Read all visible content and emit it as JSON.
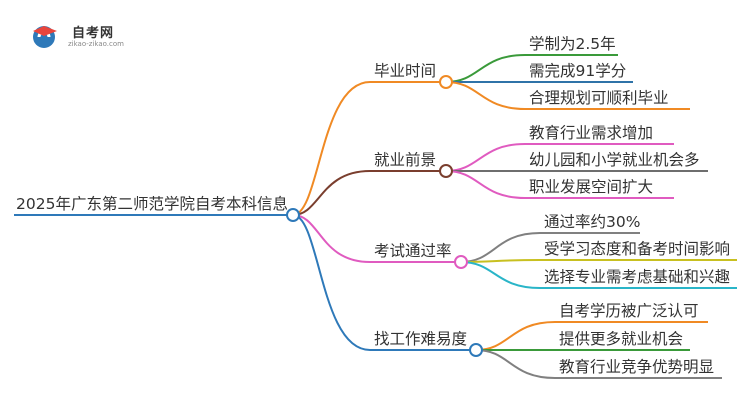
{
  "logo": {
    "title": "自考网",
    "subtitle": "zikao-zikao.com",
    "icon": "graduation-cap-icon"
  },
  "root": {
    "label": "2025年广东第二师范学院自考本科信息",
    "color": "#2e79b9"
  },
  "branches": [
    {
      "label": "毕业时间",
      "color": "#f08a24",
      "leaves": [
        {
          "label": "学制为2.5年",
          "color": "#3a9a3a"
        },
        {
          "label": "需完成91学分",
          "color": "#2f73a8"
        },
        {
          "label": "合理规划可顺利毕业",
          "color": "#f08a24"
        }
      ]
    },
    {
      "label": "就业前景",
      "color": "#7a3e2e",
      "leaves": [
        {
          "label": "教育行业需求增加",
          "color": "#e05bc0"
        },
        {
          "label": "幼儿园和小学就业机会多",
          "color": "#6e6e6e"
        },
        {
          "label": "职业发展空间扩大",
          "color": "#e05bc0"
        }
      ]
    },
    {
      "label": "考试通过率",
      "color": "#e05bc0",
      "leaves": [
        {
          "label": "通过率约30%",
          "color": "#808080"
        },
        {
          "label": "受学习态度和备考时间影响",
          "color": "#c8c020"
        },
        {
          "label": "选择专业需考虑基础和兴趣",
          "color": "#2ab5c8"
        }
      ]
    },
    {
      "label": "找工作难易度",
      "color": "#2e79b9",
      "leaves": [
        {
          "label": "自考学历被广泛认可",
          "color": "#f08a24"
        },
        {
          "label": "提供更多就业机会",
          "color": "#3a9a3a"
        },
        {
          "label": "教育行业竞争优势明显",
          "color": "#808080"
        }
      ]
    }
  ]
}
